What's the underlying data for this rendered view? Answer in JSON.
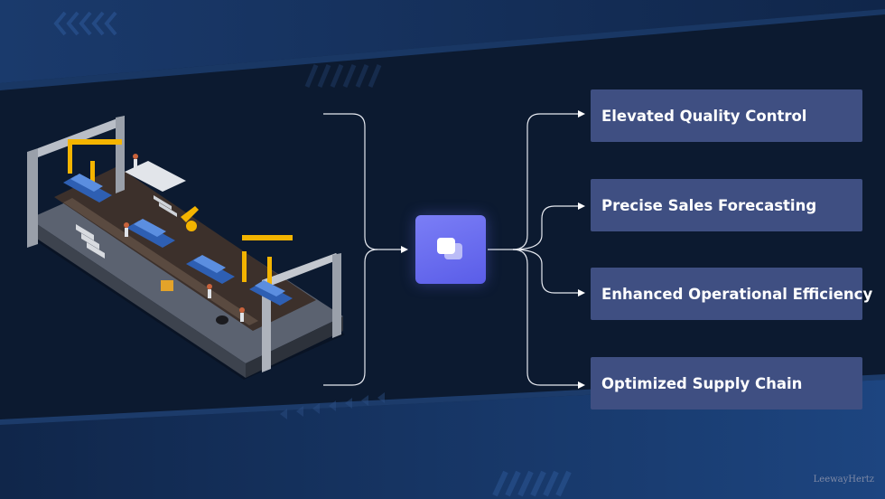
{
  "outcomes": [
    {
      "label": "Elevated Quality Control"
    },
    {
      "label": "Precise Sales Forecasting"
    },
    {
      "label": "Enhanced Operational Efficiency"
    },
    {
      "label": "Optimized Supply Chain"
    }
  ],
  "hub": {
    "icon": "chat-bubbles-icon"
  },
  "illustration": {
    "subject": "car-assembly-line"
  },
  "watermark": "LeewayHertz",
  "colors": {
    "background": "#0c1a30",
    "outcome_box": "#3f4f82",
    "hub": "#6466ef",
    "connector": "#ffffff"
  }
}
